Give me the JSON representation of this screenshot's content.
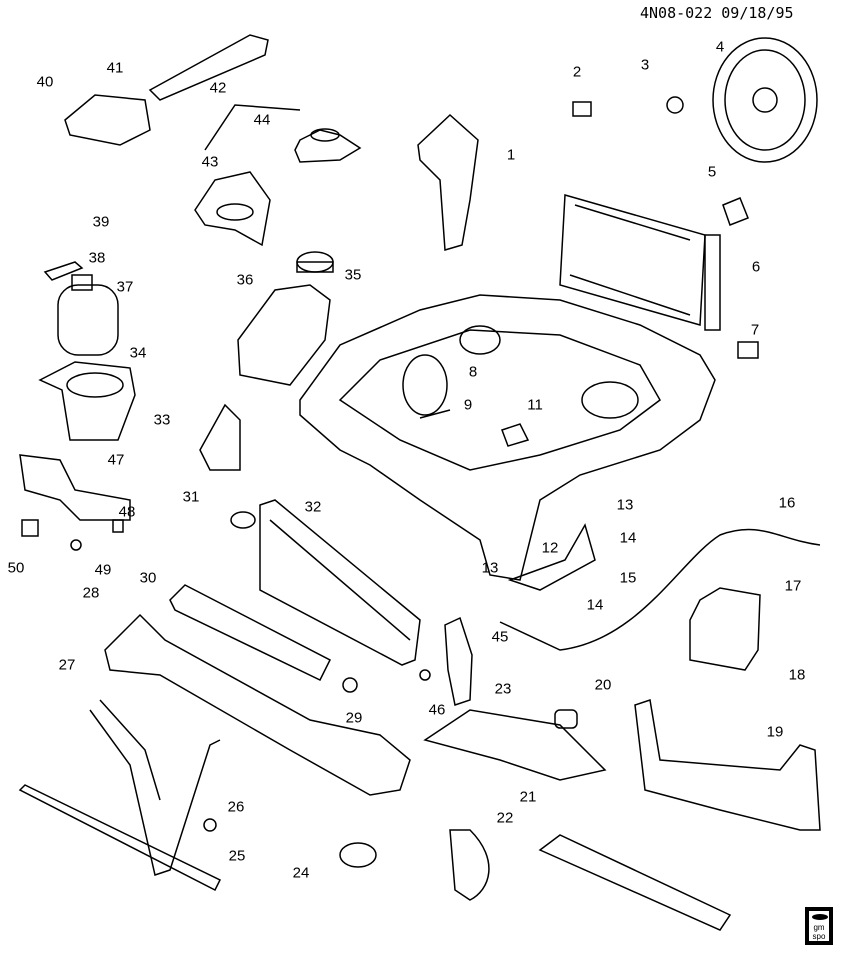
{
  "header": {
    "code": "4N08-022 09/18/95"
  },
  "logo": {
    "line1": "gm",
    "line2": "spo"
  },
  "callouts": [
    "41",
    "40",
    "42",
    "44",
    "43",
    "2",
    "3",
    "4",
    "1",
    "5",
    "6",
    "7",
    "39",
    "38",
    "37",
    "35",
    "36",
    "34",
    "8",
    "9",
    "11",
    "33",
    "47",
    "31",
    "32",
    "13",
    "16",
    "14",
    "48",
    "50",
    "49",
    "12",
    "13",
    "15",
    "17",
    "14",
    "30",
    "28",
    "45",
    "18",
    "20",
    "29",
    "46",
    "27",
    "23",
    "19",
    "26",
    "21",
    "22",
    "25",
    "24"
  ]
}
